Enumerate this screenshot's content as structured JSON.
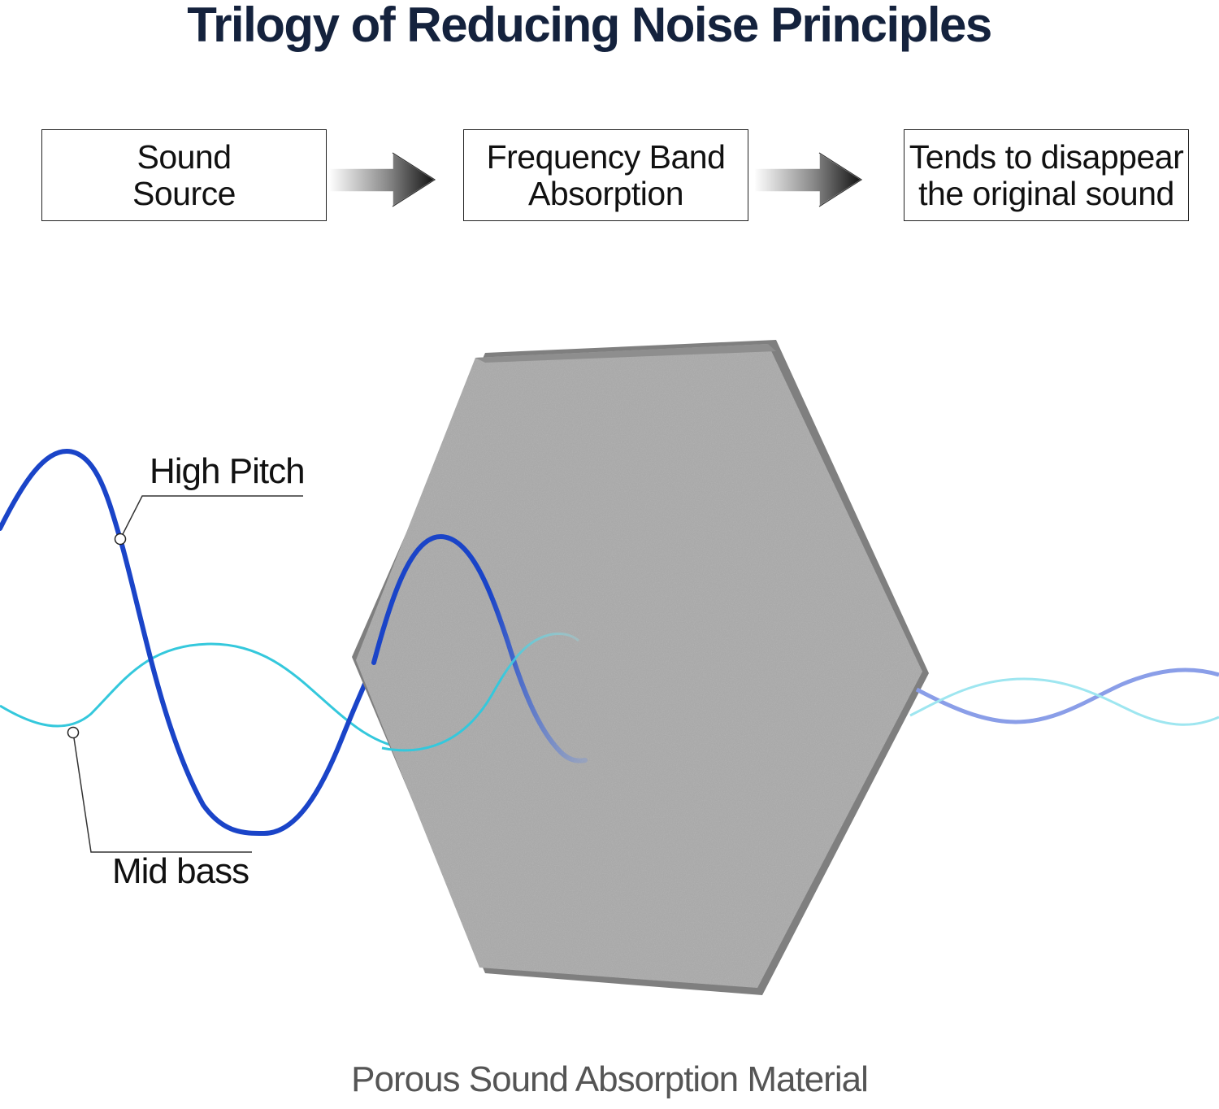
{
  "title": "Trilogy of Reducing Noise Principles",
  "steps": [
    {
      "line1": "Sound",
      "line2": "Source"
    },
    {
      "line1": "Frequency Band",
      "line2": "Absorption"
    },
    {
      "line1": "Tends to disappear",
      "line2": "the original sound"
    }
  ],
  "labels": {
    "high_pitch": "High Pitch",
    "mid_bass": "Mid bass"
  },
  "caption": "Porous Sound Absorption Material",
  "colors": {
    "title": "#14223d",
    "high_pitch_wave": "#1a44c8",
    "mid_bass_wave": "#34c8dc",
    "panel": "#a9a9a9"
  }
}
